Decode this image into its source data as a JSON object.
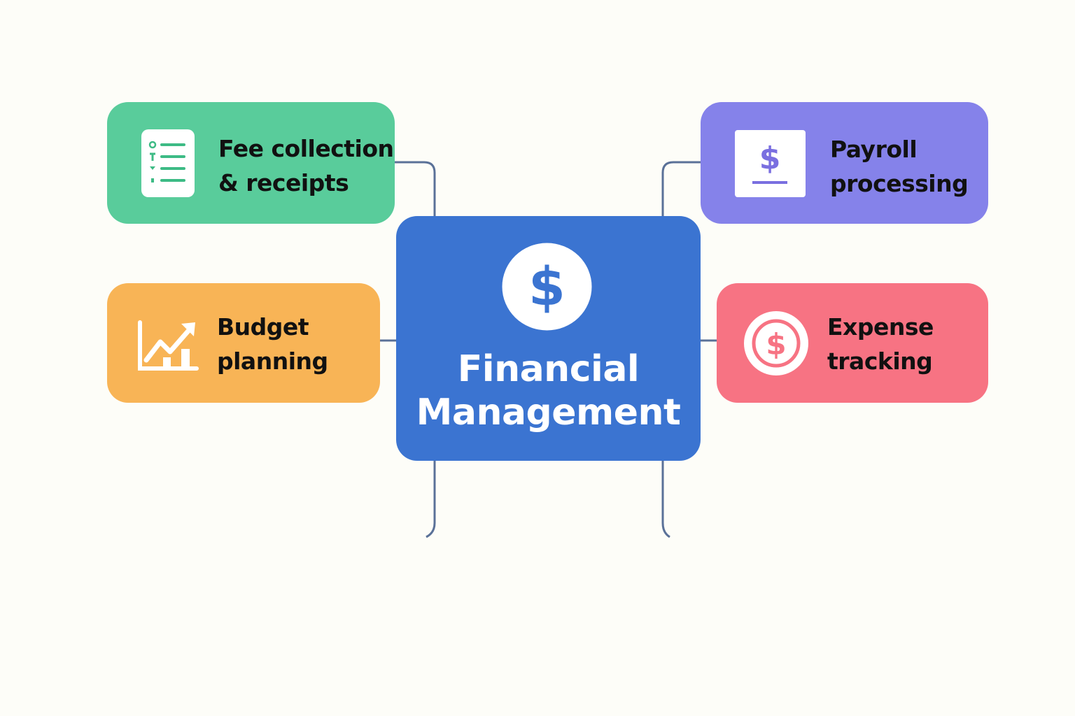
{
  "center": {
    "title_line1": "Financial",
    "title_line2": "Management",
    "icon": "dollar-circle-icon",
    "color": "#3B74D1"
  },
  "nodes": [
    {
      "id": "fee",
      "label": "Fee collection\n& receipts",
      "icon": "checklist-icon",
      "color": "#59CC9B",
      "accent": "#3DBB85"
    },
    {
      "id": "payroll",
      "label": "Payroll\nprocessing",
      "icon": "dollar-document-icon",
      "color": "#8582EA",
      "accent": "#7A6FE0"
    },
    {
      "id": "budget",
      "label": "Budget\nplanning",
      "icon": "growth-chart-icon",
      "color": "#F8B456",
      "accent": "#FFFFFF"
    },
    {
      "id": "expense",
      "label": "Expense\ntracking",
      "icon": "dollar-coin-icon",
      "color": "#F77383",
      "accent": "#F77383"
    }
  ],
  "connector_color": "#5A7198",
  "background": "#FDFDF8"
}
